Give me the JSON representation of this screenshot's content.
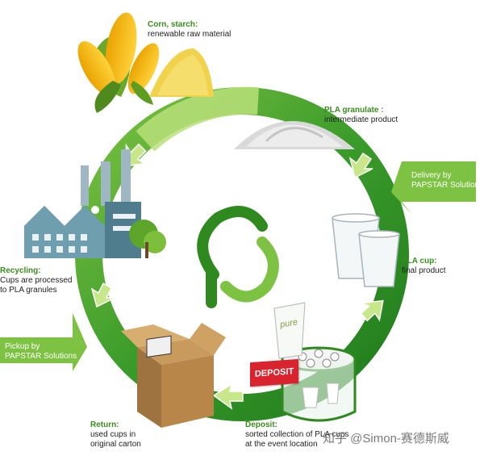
{
  "labels": {
    "corn": {
      "title": "Corn, starch:",
      "desc": "renewable raw material"
    },
    "granulate": {
      "title": "PLA granulate :",
      "desc": "intermediate product"
    },
    "delivery": {
      "line1": "Delivery by",
      "line2": "PAPSTAR Solutions"
    },
    "cup": {
      "title": "PLA cup:",
      "desc": "final product"
    },
    "deposit": {
      "title": "Deposit:",
      "desc1": "sorted collection of PLA cups",
      "desc2": "at the event location"
    },
    "return": {
      "title": "Return:",
      "desc1": "used cups in",
      "desc2": "original carton"
    },
    "pickup": {
      "line1": "Pickup by",
      "line2": "PAPSTAR Solutions"
    },
    "recycling": {
      "title": "Recycling:",
      "desc1": "Cups are processed",
      "desc2": "to PLA granules"
    }
  },
  "deposit_sign": "DEPOSIT",
  "cup_brand": "pure",
  "watermark": "知乎 @Simon-赛德斯威",
  "colors": {
    "dark_green": "#2e8a1e",
    "light_green": "#8cc63f",
    "red": "#d9232e"
  },
  "icons": [
    "corn-icon",
    "granulate-icon",
    "factory-icon",
    "tree-icon",
    "cup-icon",
    "carton-icon",
    "deposit-bin-icon",
    "logo-icon",
    "arrow-icon"
  ]
}
